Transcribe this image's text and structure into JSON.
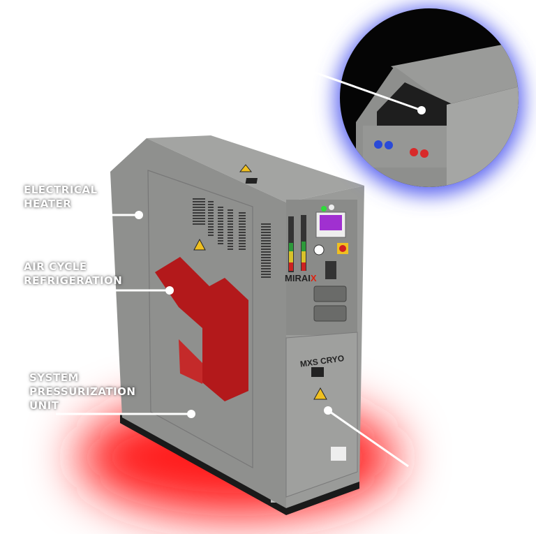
{
  "labels": {
    "electrical_heater": [
      "ELECTRICAL",
      "HEATER"
    ],
    "air_cycle": [
      "AIR CYCLE",
      "REFRIGERATION"
    ],
    "pressurization": [
      "SYSTEM",
      "PRESSURIZATION",
      "UNIT"
    ]
  },
  "machine": {
    "brand": "MIRAI X",
    "model": "MXS CRYO"
  },
  "colors": {
    "body": "#8f908e",
    "front": "#9a9b99",
    "accent_red": "#e0181c",
    "glow_blue": "#5a63f0",
    "base": "#1a1a1a"
  }
}
